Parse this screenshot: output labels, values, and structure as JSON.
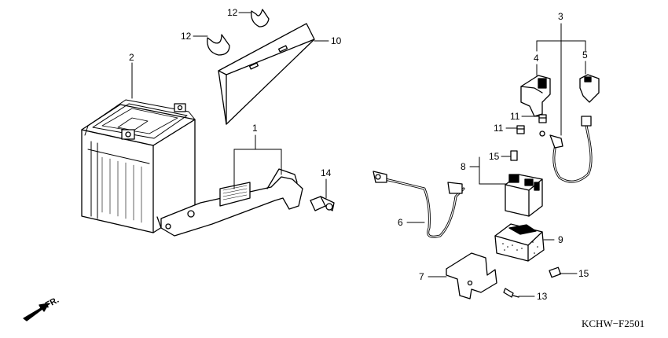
{
  "diagram": {
    "code": "KCHW−F2501",
    "front_marker": "FR.",
    "callouts": {
      "c1": "1",
      "c2": "2",
      "c3": "3",
      "c4": "4",
      "c5": "5",
      "c6": "6",
      "c7": "7",
      "c8": "8",
      "c9": "9",
      "c10": "10",
      "c11a": "11",
      "c11b": "11",
      "c12a": "12",
      "c12b": "12",
      "c13": "13",
      "c14": "14",
      "c15a": "15",
      "c15b": "15"
    }
  }
}
